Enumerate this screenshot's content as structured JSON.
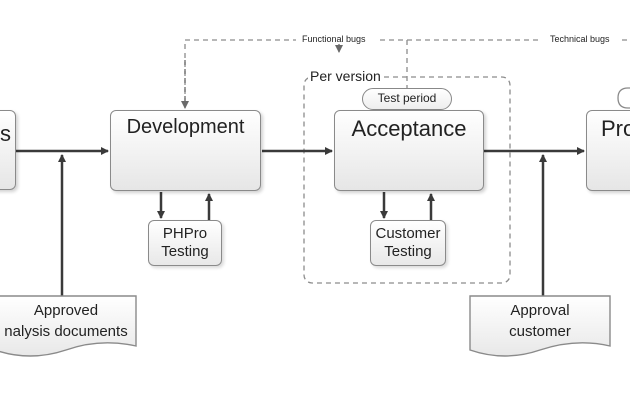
{
  "stages": {
    "analysis_fragment": "s",
    "development": "Development",
    "acceptance": "Acceptance",
    "production_fragment": "Pro"
  },
  "testing": {
    "phpro_line1": "PHPro",
    "phpro_line2": "Testing",
    "customer_line1": "Customer",
    "customer_line2": "Testing"
  },
  "documents": {
    "approved_line1": "Approved",
    "approved_line2": "nalysis documents",
    "approval_line1": "Approval",
    "approval_line2": "customer"
  },
  "feedback": {
    "functional_bugs": "Functional bugs",
    "technical_bugs": "Technical bugs"
  },
  "group": {
    "per_version": "Per version",
    "test_period": "Test period"
  },
  "colors": {
    "arrow": "#3a3a3a",
    "border": "#8a8a8a",
    "dashed": "#8c8c8c"
  }
}
